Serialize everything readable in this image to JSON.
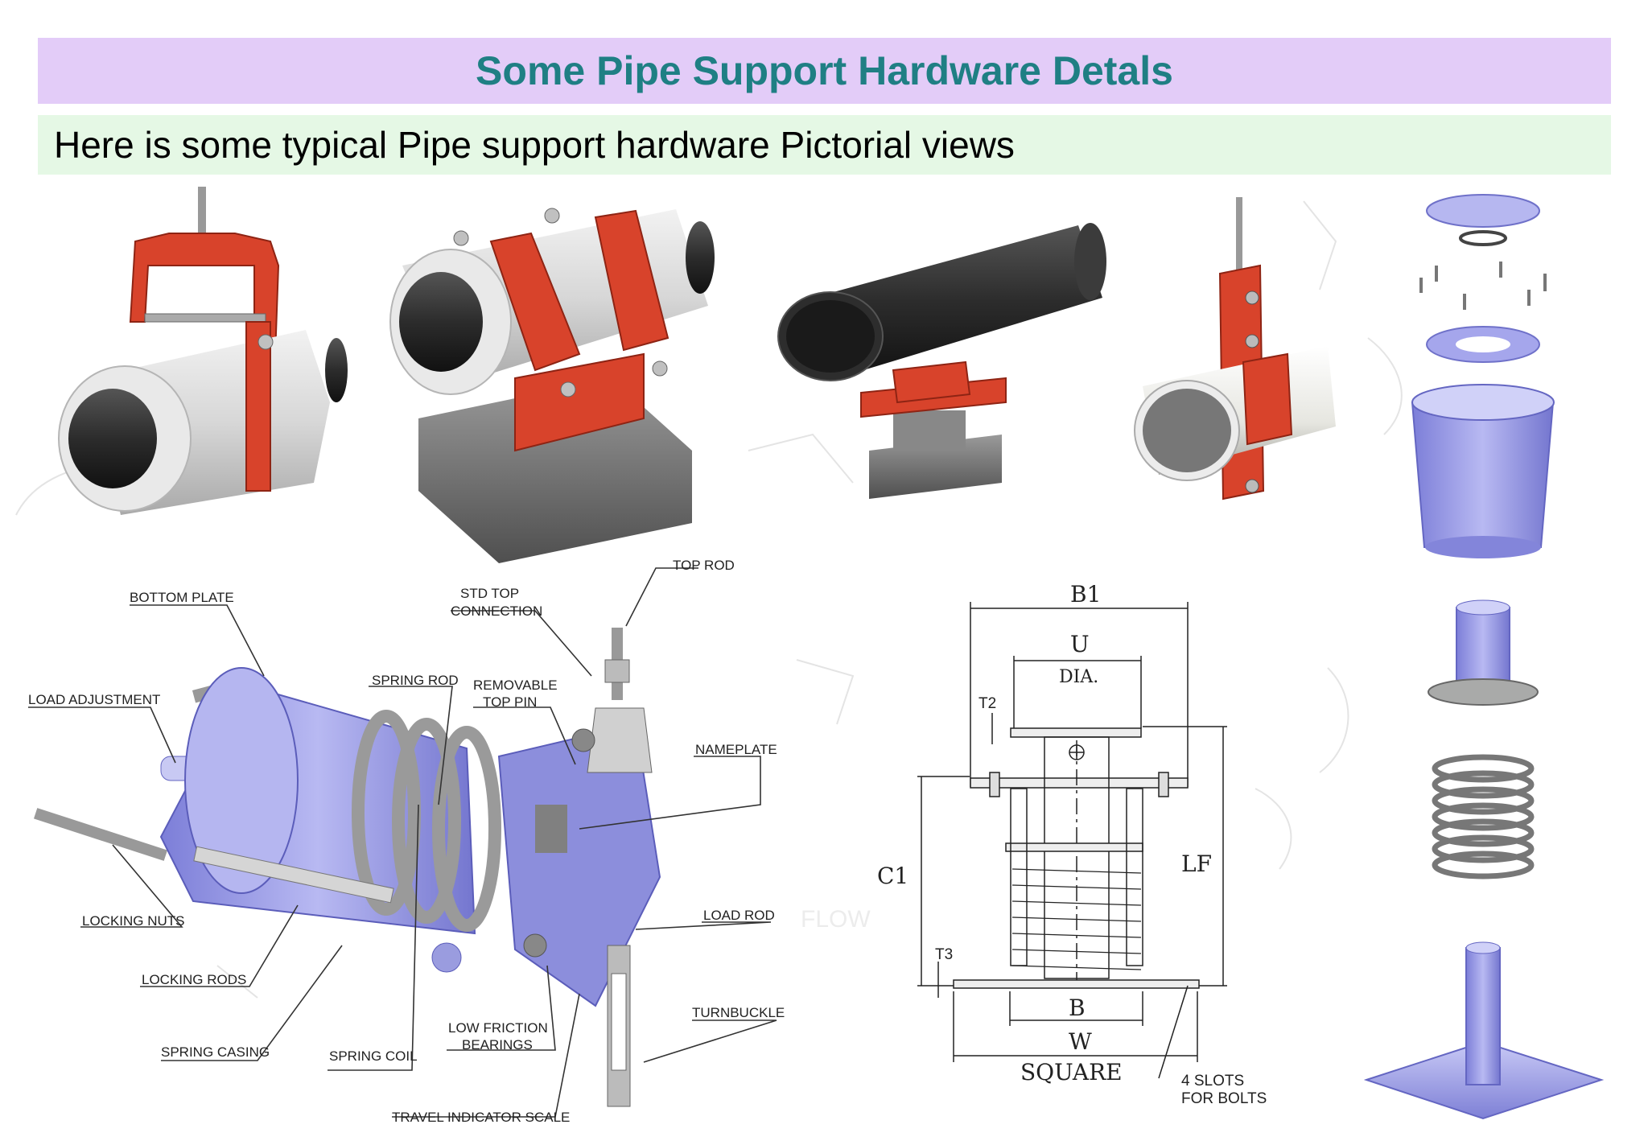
{
  "header": {
    "title": "Some Pipe Support Hardware Detals",
    "subtitle": "Here is some typical Pipe support hardware Pictorial views"
  },
  "spring_hanger_labels": {
    "bottom_plate": "BOTTOM PLATE",
    "load_adjustment": "LOAD ADJUSTMENT",
    "std_top_connection_1": "STD TOP",
    "std_top_connection_2": "CONNECTION",
    "top_rod": "TOP ROD",
    "spring_rod": "SPRING ROD",
    "removable_top_pin_1": "REMOVABLE",
    "removable_top_pin_2": "TOP PIN",
    "nameplate": "NAMEPLATE",
    "locking_nuts": "LOCKING NUTS",
    "load_rod": "LOAD ROD",
    "locking_rods": "LOCKING RODS",
    "turnbuckle": "TURNBUCKLE",
    "low_friction_bearings_1": "LOW FRICTION",
    "low_friction_bearings_2": "BEARINGS",
    "spring_casing": "SPRING CASING",
    "spring_coil": "SPRING COIL",
    "travel_indicator_scale": "TRAVEL INDICATOR SCALE"
  },
  "dimension_drawing": {
    "b1": "B1",
    "u": "U",
    "dia": "DIA.",
    "t2": "T2",
    "c1": "C1",
    "lf": "LF",
    "t3": "T3",
    "b": "B",
    "w": "W",
    "square": "SQUARE",
    "slots_1": "4 SLOTS",
    "slots_2": "FOR BOLTS"
  },
  "watermark": {
    "flow": "FLOW"
  },
  "colors": {
    "title_bg": "#e3ccf8",
    "title_text": "#1f7f84",
    "subtitle_bg": "#e5f8e5",
    "clamp_red": "#d8432b",
    "insulation_grey": "#d9d9d9",
    "pipe_dark": "#2b2b2b",
    "lavender": "#9b9ce6"
  }
}
